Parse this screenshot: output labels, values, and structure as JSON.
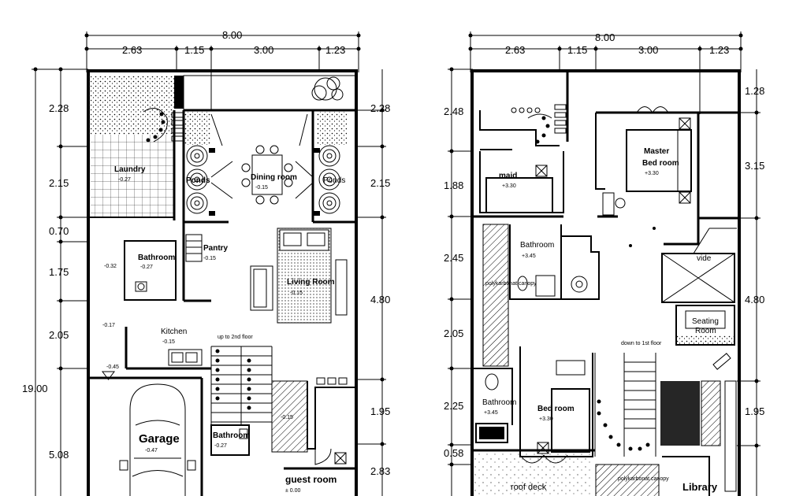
{
  "ground_floor": {
    "top_total": "8.00",
    "top_segments": [
      "2.63",
      "1.15",
      "3.00",
      "1.23"
    ],
    "left_total": "19.00",
    "left_dims": [
      "2.28",
      "2.15",
      "0.70",
      "1.75",
      "2.05",
      "5.08"
    ],
    "right_dims": [
      "2.28",
      "2.15",
      "4.80",
      "1.95",
      "2.83"
    ],
    "rooms": {
      "laundry": "Laundry",
      "laundry_level": "-0.27",
      "ponds_left": "Ponds",
      "ponds_right": "Ponds",
      "dining": "Dining room",
      "dining_level": "-0.15",
      "pantry": "Pantry",
      "pantry_level": "-0.15",
      "bathroom": "Bathroom",
      "bathroom_level": "-0.27",
      "bath_side_level": "-0.32",
      "living": "Living Room",
      "living_level": "-0.15",
      "kitchen": "Kitchen",
      "kitchen_level": "-0.15",
      "kitchen_side_level": "-0.17",
      "stair_note": "up to 2nd floor",
      "garage": "Garage",
      "garage_level": "-0.47",
      "bathroom2": "Bathroom",
      "bathroom2_level": "-0.27",
      "guest": "guest room",
      "guest_level": "± 0.00",
      "corridor_level": "-0.15",
      "corner_level": "-0.45"
    }
  },
  "upper_floor": {
    "top_total": "8.00",
    "top_segments": [
      "2.63",
      "1.15",
      "3.00",
      "1.23"
    ],
    "left_dims": [
      "2.48",
      "1.88",
      "2.45",
      "2.05",
      "2.25",
      "0.58"
    ],
    "right_dims": [
      "1.28",
      "3.15",
      "4.80",
      "1.95"
    ],
    "rooms": {
      "master": "Master",
      "master2": "Bed room",
      "master_level": "+3.30",
      "maid": "maid",
      "maid_level": "+3.30",
      "bathroom": "Bathroom",
      "bathroom_level": "+3.45",
      "vide": "vide",
      "seating": "Seating",
      "seating2": "Room",
      "stair_note": "down to 1st floor",
      "bathroom2": "Bathroom",
      "bathroom2_level": "+3.45",
      "bedroom": "Bed room",
      "bedroom_level": "+3.30",
      "roofdeck": "roof deck",
      "library": "Library",
      "canopy": "polykarbonat canopy"
    }
  }
}
